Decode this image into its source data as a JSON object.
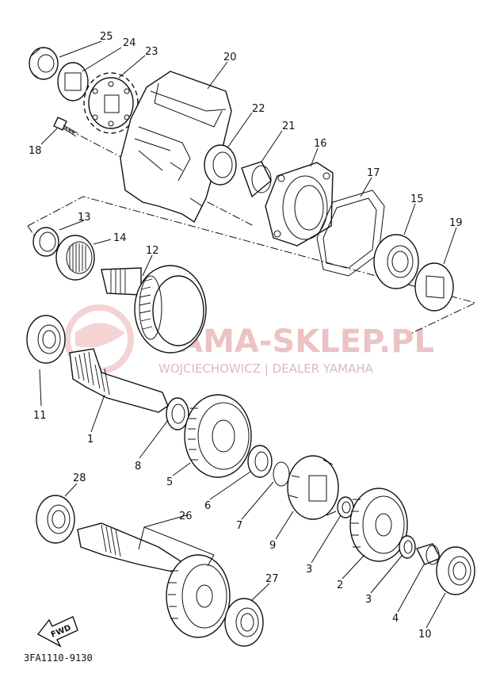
{
  "diagram": {
    "code": "3FA1110-9130",
    "fwd_label": "FWD",
    "watermark": {
      "main": "YAMA-SKLEP.PL",
      "sub": "WOJCIECHOWICZ | DEALER YAMAHA"
    },
    "labels": [
      {
        "id": "25",
        "text": "25"
      },
      {
        "id": "24",
        "text": "24"
      },
      {
        "id": "23",
        "text": "23"
      },
      {
        "id": "20",
        "text": "20"
      },
      {
        "id": "22",
        "text": "22"
      },
      {
        "id": "21",
        "text": "21"
      },
      {
        "id": "16",
        "text": "16"
      },
      {
        "id": "18",
        "text": "18"
      },
      {
        "id": "17",
        "text": "17"
      },
      {
        "id": "15",
        "text": "15"
      },
      {
        "id": "19",
        "text": "19"
      },
      {
        "id": "13",
        "text": "13"
      },
      {
        "id": "14",
        "text": "14"
      },
      {
        "id": "12",
        "text": "12"
      },
      {
        "id": "11",
        "text": "11"
      },
      {
        "id": "1",
        "text": "1"
      },
      {
        "id": "8",
        "text": "8"
      },
      {
        "id": "5",
        "text": "5"
      },
      {
        "id": "6",
        "text": "6"
      },
      {
        "id": "7",
        "text": "7"
      },
      {
        "id": "9",
        "text": "9"
      },
      {
        "id": "3a",
        "text": "3"
      },
      {
        "id": "2",
        "text": "2"
      },
      {
        "id": "3b",
        "text": "3"
      },
      {
        "id": "4",
        "text": "4"
      },
      {
        "id": "10",
        "text": "10"
      },
      {
        "id": "28",
        "text": "28"
      },
      {
        "id": "26",
        "text": "26"
      },
      {
        "id": "27",
        "text": "27"
      }
    ]
  }
}
